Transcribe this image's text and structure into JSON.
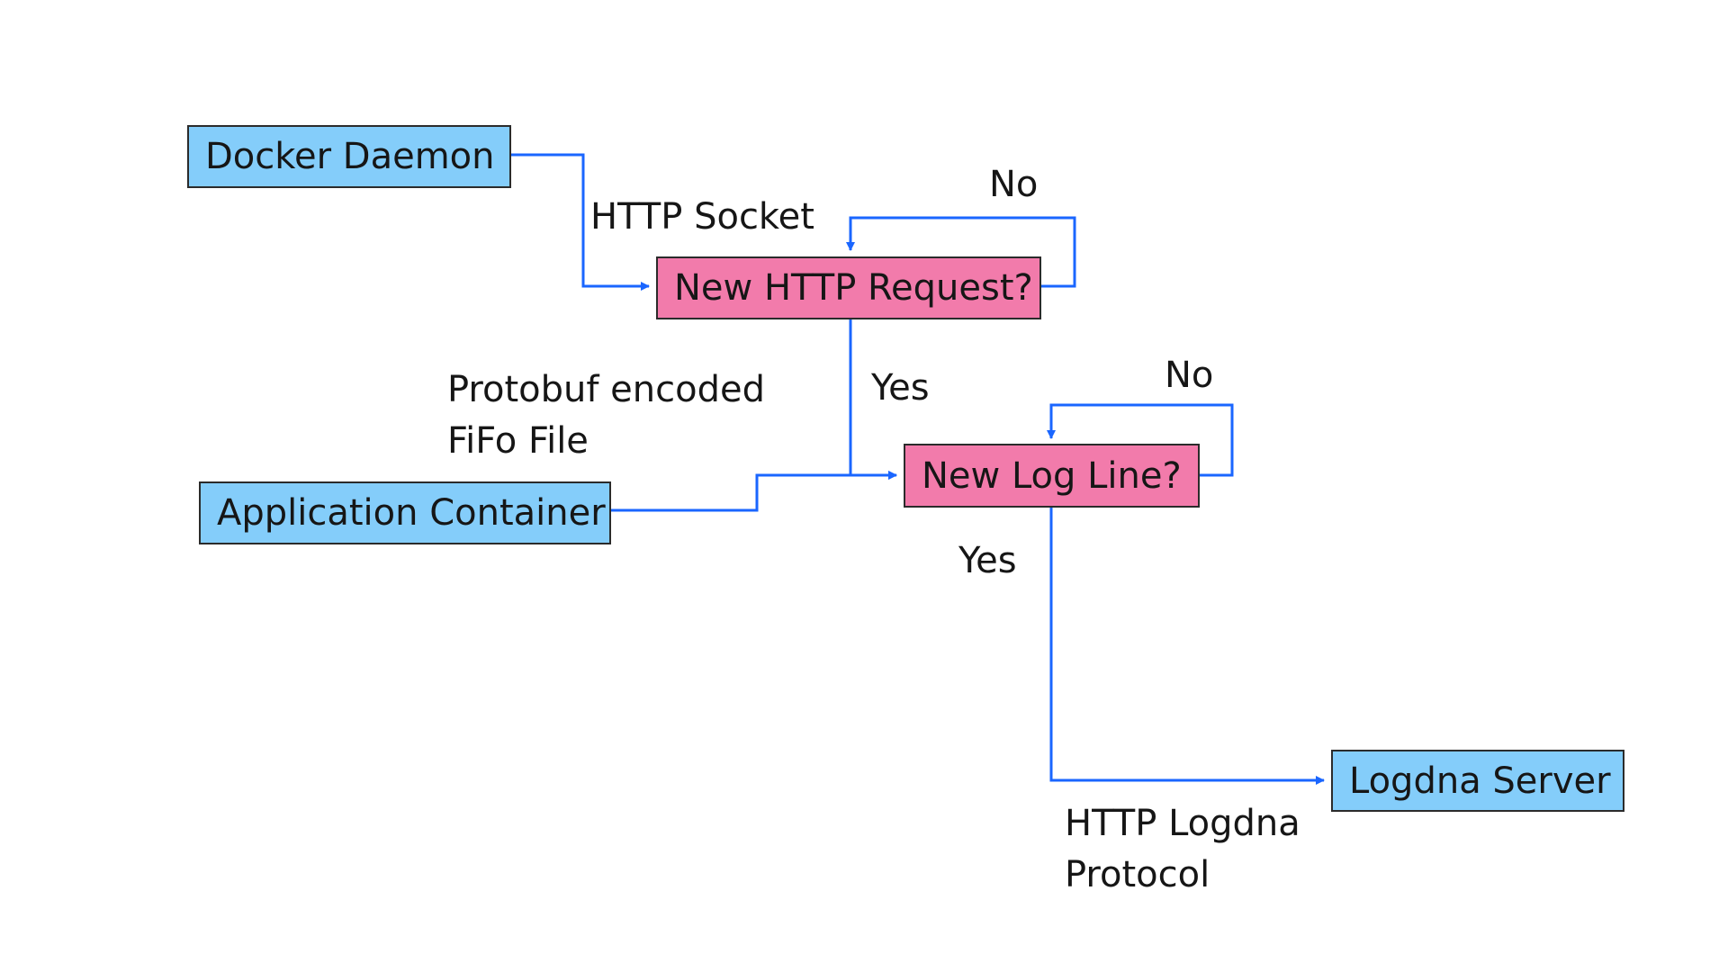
{
  "colors": {
    "io_node": "#84cdfa",
    "decision_node": "#f27bab",
    "connector": "#1a66ff",
    "border": "#2b2b2b"
  },
  "nodes": {
    "docker_daemon": "Docker Daemon",
    "new_http_request": "New HTTP Request?",
    "application_container": "Application Container",
    "new_log_line": "New Log Line?",
    "logdna_server": "Logdna Server"
  },
  "edge_labels": {
    "http_socket": "HTTP Socket",
    "no_http": "No",
    "yes_http": "Yes",
    "protobuf_line1": "Protobuf encoded",
    "protobuf_line2": "FiFo File",
    "no_log": "No",
    "yes_log": "Yes",
    "logdna_protocol_line1": "HTTP Logdna",
    "logdna_protocol_line2": "Protocol"
  }
}
